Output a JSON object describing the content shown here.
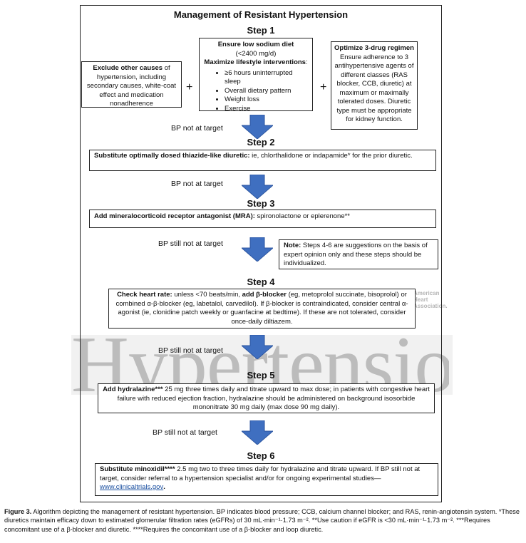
{
  "title": "Management of Resistant Hypertension",
  "watermark": {
    "text": "Hypertension",
    "logo": [
      "American",
      "Heart",
      "Association."
    ]
  },
  "steps": [
    "Step 1",
    "Step 2",
    "Step 3",
    "Step 4",
    "Step 5",
    "Step 6"
  ],
  "plus": "+",
  "step1": {
    "left": {
      "bold": "Exclude other causes",
      "text": " of hypertension, including secondary causes, white-coat effect and medication nonadherence"
    },
    "middle": {
      "line1": "Ensure low sodium diet",
      "line2": "(<2400 mg/d)",
      "line3": "Maximize lifestyle interventions",
      "colon": ":",
      "items": [
        "≥6 hours uninterrupted sleep",
        "Overall dietary pattern",
        "Weight loss",
        "Exercise"
      ]
    },
    "right": {
      "bold": "Optimize 3-drug regimen",
      "text": "Ensure adherence to 3 antihypertensive agents of different classes (RAS blocker, CCB, diuretic) at maximum or maximally tolerated doses. Diuretic type must be appropriate for kidney function."
    }
  },
  "bp_notes": [
    "BP not at target",
    "BP not at target",
    "BP still not at target",
    "BP still not at target",
    "BP still not at target"
  ],
  "step2": {
    "bold": "Substitute optimally dosed thiazide-like diuretic:",
    "text": " ie, chlorthalidone or indapamide* for the prior diuretic."
  },
  "step3": {
    "bold": "Add mineralocorticoid receptor antagonist (MRA):",
    "text": " spironolactone or eplerenone**"
  },
  "note": {
    "bold": "Note:",
    "text": " Steps 4-6 are suggestions on the basis of expert opinion only and these steps should be individualized."
  },
  "step4": {
    "p1": "Check heart rate:",
    "p2": " unless <70 beats/min, ",
    "p3": "add β-blocker",
    "p4": " (eg, metoprolol succinate, bisoprolol) or combined α-β-blocker (eg, labetalol, carvedilol). If β-blocker is contraindicated, consider central α-agonist (ie, clonidine patch weekly or guanfacine at bedtime). If these are not tolerated, consider once-daily diltiazem."
  },
  "step5": {
    "bold": "Add hydralazine***",
    "text": " 25 mg three times daily and titrate upward to max dose; in patients with congestive heart failure with reduced ejection fraction, hydralazine should be administered on background isosorbide mononitrate 30 mg daily (max dose 90 mg daily)."
  },
  "step6": {
    "bold": "Substitute minoxidil****",
    "text": " 2.5 mg two to three times daily for hydralazine and titrate upward. If BP still not at target, consider referral to a hypertension specialist and/or for ongoing experimental studies—",
    "link": "www.clinicaltrials.gov",
    "end": "."
  },
  "caption": {
    "label": "Figure 3.",
    "text": " Algorithm depicting the management of resistant hypertension. BP indicates blood pressure; CCB, calcium channel blocker; and RAS, renin-angiotensin system. *These diuretics maintain efficacy down to estimated glomerular filtration rates (eGFRs) of 30 mL·min⁻¹·1.73 m⁻². **Use caution if eGFR is <30 mL·min⁻¹·1.73 m⁻². ***Requires concomitant use of a β-blocker and diuretic. ****Requires the concomitant use of a β-blocker and loop diuretic."
  },
  "colors": {
    "arrow": "#3f6fc0",
    "arrow_edge": "#2c56a0",
    "watermark": "#bcbcbc",
    "link": "#1a4fa0"
  }
}
